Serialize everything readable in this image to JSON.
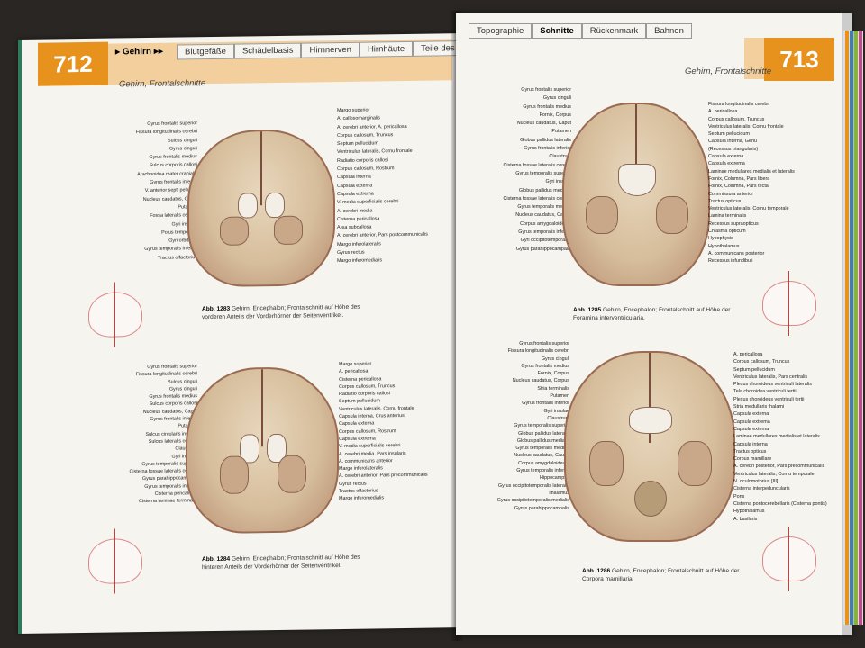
{
  "left_page": {
    "page_number": "712",
    "section": "Gehirn",
    "tabs": [
      "Blutgefäße",
      "Schädelbasis",
      "Hirnnerven",
      "Hirnhäute",
      "Teile des Gehirns"
    ],
    "running_title": "Gehirn, Frontalschnitte",
    "figure_1283": {
      "labels_left": [
        "Gyrus frontalis superior",
        "Fissura longitudinalis cerebri",
        "Sulcus cinguli",
        "Gyrus cinguli",
        "Gyrus frontalis medius",
        "Sulcus corporis callosi",
        "Arachnoidea mater cranialis",
        "Gyrus frontalis inferior",
        "V. anterior septi pellucidi",
        "Nucleus caudatus, Caput",
        "Putamen",
        "Fossa lateralis cerebri",
        "Gyri insulae",
        "Polus temporalis",
        "Gyri orbitales",
        "Gyrus temporalis inferior",
        "Tractus olfactorius"
      ],
      "labels_right": [
        "Margo superior",
        "A. callosomarginalis",
        "A. cerebri anterior, A. pericallosa",
        "Corpus callosum, Truncus",
        "Septum pellucidum",
        "Ventriculus lateralis, Cornu frontale",
        "Radiatio corporis callosi",
        "Corpus callosum, Rostrum",
        "Capsula interna",
        "Capsula externa",
        "Capsula extrema",
        "V. media superficialis cerebri",
        "A. cerebri media",
        "Cisterna pericallosa",
        "Area subcallosa",
        "A. cerebri anterior, Pars postcommunicalis",
        "Margo inferolateralis",
        "Gyrus rectus",
        "Margo inferomedialis"
      ],
      "caption_number": "Abb. 1283",
      "caption_text": "Gehirn, Encephalon; Frontalschnitt auf Höhe des vorderen Anteils der Vorderhörner der Seitenventrikel."
    },
    "figure_1284": {
      "labels_left": [
        "Gyrus frontalis superior",
        "Fissura longitudinalis cerebri",
        "Sulcus cinguli",
        "Gyrus cinguli",
        "Gyrus frontalis medius",
        "Sulcus corporis callosi",
        "Nucleus caudatus, Caput",
        "Gyrus frontalis inferior",
        "Putamen",
        "Sulcus circularis insulae",
        "Sulcus lateralis cerebri",
        "Claustrum",
        "Gyri insulae",
        "Gyrus temporalis superior",
        "Cisterna fossae lateralis cerebri",
        "Gyrus parahippocampalis",
        "Gyrus temporalis inferior",
        "Cisterna pericallosa",
        "Cisterna laminae terminalis"
      ],
      "labels_right": [
        "Margo superior",
        "A. pericallosa",
        "Cisterna pericallosa",
        "Corpus callosum, Truncus",
        "Radiatio corporis callosi",
        "Septum pellucidum",
        "Ventriculus lateralis, Cornu frontale",
        "Capsula interna, Crus anterius",
        "Capsula externa",
        "Corpus callosum, Rostrum",
        "Capsula extrema",
        "V. media superficialis cerebri",
        "A. cerebri media, Pars insularis",
        "A. communicans anterior",
        "Margo inferolateralis",
        "A. cerebri anterior, Pars precommunicalis",
        "Gyrus rectus",
        "Tractus olfactorius",
        "Margo inferomedialis"
      ],
      "caption_number": "Abb. 1284",
      "caption_text": "Gehirn, Encephalon; Frontalschnitt auf Höhe des hinteren Anteils der Vorderhörner der Seitenventrikel."
    }
  },
  "right_page": {
    "page_number": "713",
    "tabs": [
      "Topographie",
      "Schnitte",
      "Rückenmark",
      "Bahnen"
    ],
    "active_tab": "Schnitte",
    "running_title": "Gehirn, Frontalschnitte",
    "figure_1285": {
      "labels_left": [
        "Gyrus frontalis superior",
        "Gyrus cinguli",
        "Gyrus frontalis medius",
        "Fornix, Corpus",
        "Nucleus caudatus, Caput",
        "Putamen",
        "Globus pallidus lateralis",
        "Gyrus frontalis inferior",
        "Claustrum",
        "Cisterna fossae lateralis cerebri",
        "Gyrus temporalis superior",
        "Gyri insulae",
        "Globus pallidus medialis",
        "Cisterna fossae lateralis cerebri",
        "Gyrus temporalis medius",
        "Nucleus caudatus, Cauda",
        "Corpus amygdaloideum",
        "Gyrus temporalis inferior",
        "Gyri occipitotemporales",
        "Gyrus parahippocampalis"
      ],
      "labels_right": [
        "Fissura longitudinalis cerebri",
        "A. pericallosa",
        "Corpus callosum, Truncus",
        "Ventriculus lateralis, Cornu frontale",
        "Septum pellucidum",
        "Capsula interna, Genu",
        "(Recessus triangularis)",
        "Capsula externa",
        "Capsula extrema",
        "Laminae medullares medialis et lateralis",
        "Fornix, Columna, Pars libera",
        "Fornix, Columna, Pars tecta",
        "Commissura anterior",
        "Tractus opticus",
        "Ventriculus lateralis, Cornu temporale",
        "Lamina terminalis",
        "Recessus supraopticus",
        "Chiasma opticum",
        "Hypophysis",
        "Hypothalamus",
        "A. communicans posterior",
        "Recessus infundibuli"
      ],
      "caption_number": "Abb. 1285",
      "caption_text": "Gehirn, Encephalon; Frontalschnitt auf Höhe der Foramina interventricularia."
    },
    "figure_1286": {
      "labels_left": [
        "Gyrus frontalis superior",
        "Fissura longitudinalis cerebri",
        "Gyrus cinguli",
        "Gyrus frontalis medius",
        "Fornix, Corpus",
        "Nucleus caudatus, Corpus",
        "Stria terminalis",
        "Putamen",
        "Gyrus frontalis inferior",
        "Gyri insulae",
        "Claustrum",
        "Gyrus temporalis superior",
        "Globus pallidus lateralis",
        "Globus pallidus medialis",
        "Gyrus temporalis medius",
        "Nucleus caudatus, Cauda",
        "Corpus amygdaloideum",
        "Gyrus temporalis inferior",
        "Hippocampus",
        "Gyrus occipitotemporalis lateralis",
        "Thalamus",
        "Gyrus occipitotemporalis medialis",
        "Gyrus parahippocampalis"
      ],
      "labels_right": [
        "A. pericallosa",
        "Corpus callosum, Truncus",
        "Septum pellucidum",
        "Ventriculus lateralis, Pars centralis",
        "Plexus choroideus ventriculi lateralis",
        "Tela choroidea ventriculi tertii",
        "Plexus choroideus ventriculi tertii",
        "Stria medullaris thalami",
        "Capsula externa",
        "Capsula extrema",
        "Capsula externa",
        "Laminae medullares medialis et lateralis",
        "Capsula interna",
        "Tractus opticus",
        "Corpus mamillare",
        "A. cerebri posterior, Pars precommunicalis",
        "Ventriculus lateralis, Cornu temporale",
        "N. oculomotorius [III]",
        "Cisterna interpeduncularis",
        "Pons",
        "Cisterna pontocerebellaris (Cisterna pontis)",
        "Hypothalamus",
        "A. basilaris"
      ],
      "caption_number": "Abb. 1286",
      "caption_text": "Gehirn, Encephalon; Frontalschnitt auf Höhe der Corpora mamillaria."
    }
  },
  "colors": {
    "accent_orange": "#e8921e",
    "header_band": "#f3cf9e",
    "edge_green": "#2f7a5c",
    "tab_stripes": [
      "#e8921e",
      "#3c7fb0",
      "#86b43a",
      "#c84a8e"
    ]
  }
}
